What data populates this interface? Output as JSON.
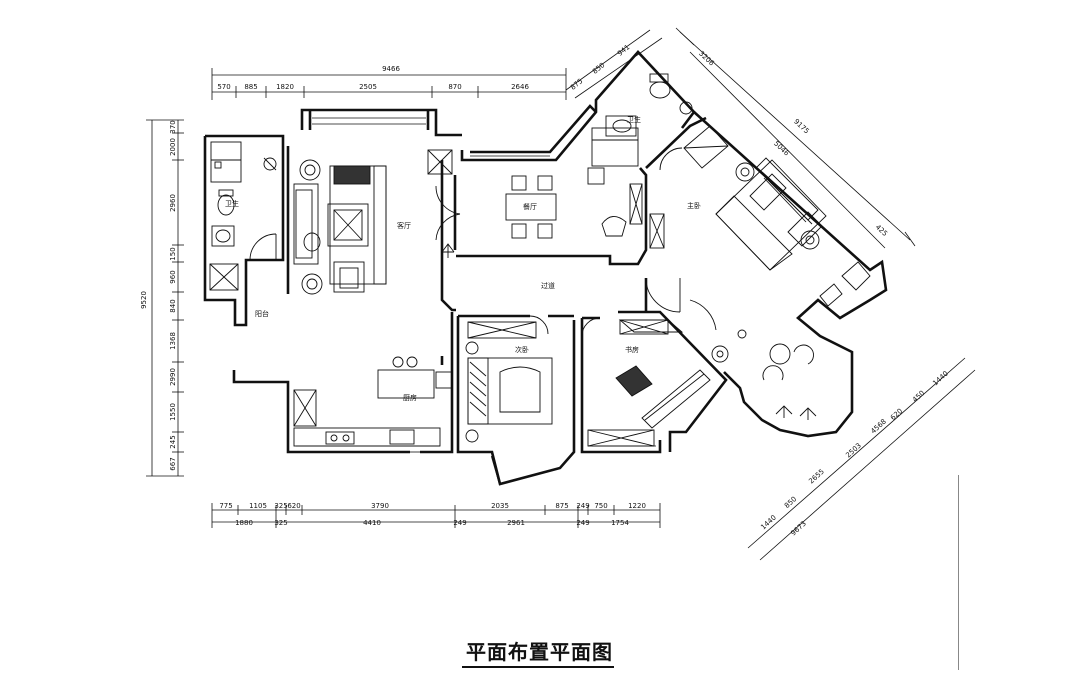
{
  "caption": "平面布置平面图",
  "dimensions": {
    "top_total": "9466",
    "top_segments": [
      "570",
      "885",
      "1820",
      "2505",
      "870",
      "2646"
    ],
    "top_right": [
      "875",
      "850",
      "941"
    ],
    "left_total": "9520",
    "left_segments": [
      "370",
      "2000",
      "2960",
      "150",
      "960",
      "840",
      "1368",
      "2990",
      "1550",
      "245",
      "667"
    ],
    "bottom_row1": [
      "775",
      "1105",
      "325",
      "620",
      "3790",
      "2035",
      "875",
      "249",
      "750",
      "1220"
    ],
    "bottom_row2": [
      "1880",
      "325",
      "4410",
      "249",
      "2961",
      "249",
      "1754"
    ],
    "right_diag_outer": "9175",
    "right_diag_inner": "5046",
    "right_diag_small": [
      "3206",
      "425"
    ],
    "lower_right_diag": [
      "1440",
      "450",
      "620",
      "4568",
      "2503",
      "2655",
      "850",
      "1440",
      "9673"
    ]
  },
  "rooms": {
    "toilet1": "卫生",
    "living": "客厅",
    "dining": "餐厅",
    "corridor": "过道",
    "bath2": "卫生",
    "master": "主卧",
    "secbed": "次卧",
    "study": "书房",
    "kitchen": "厨房",
    "balcony": "阳台"
  }
}
